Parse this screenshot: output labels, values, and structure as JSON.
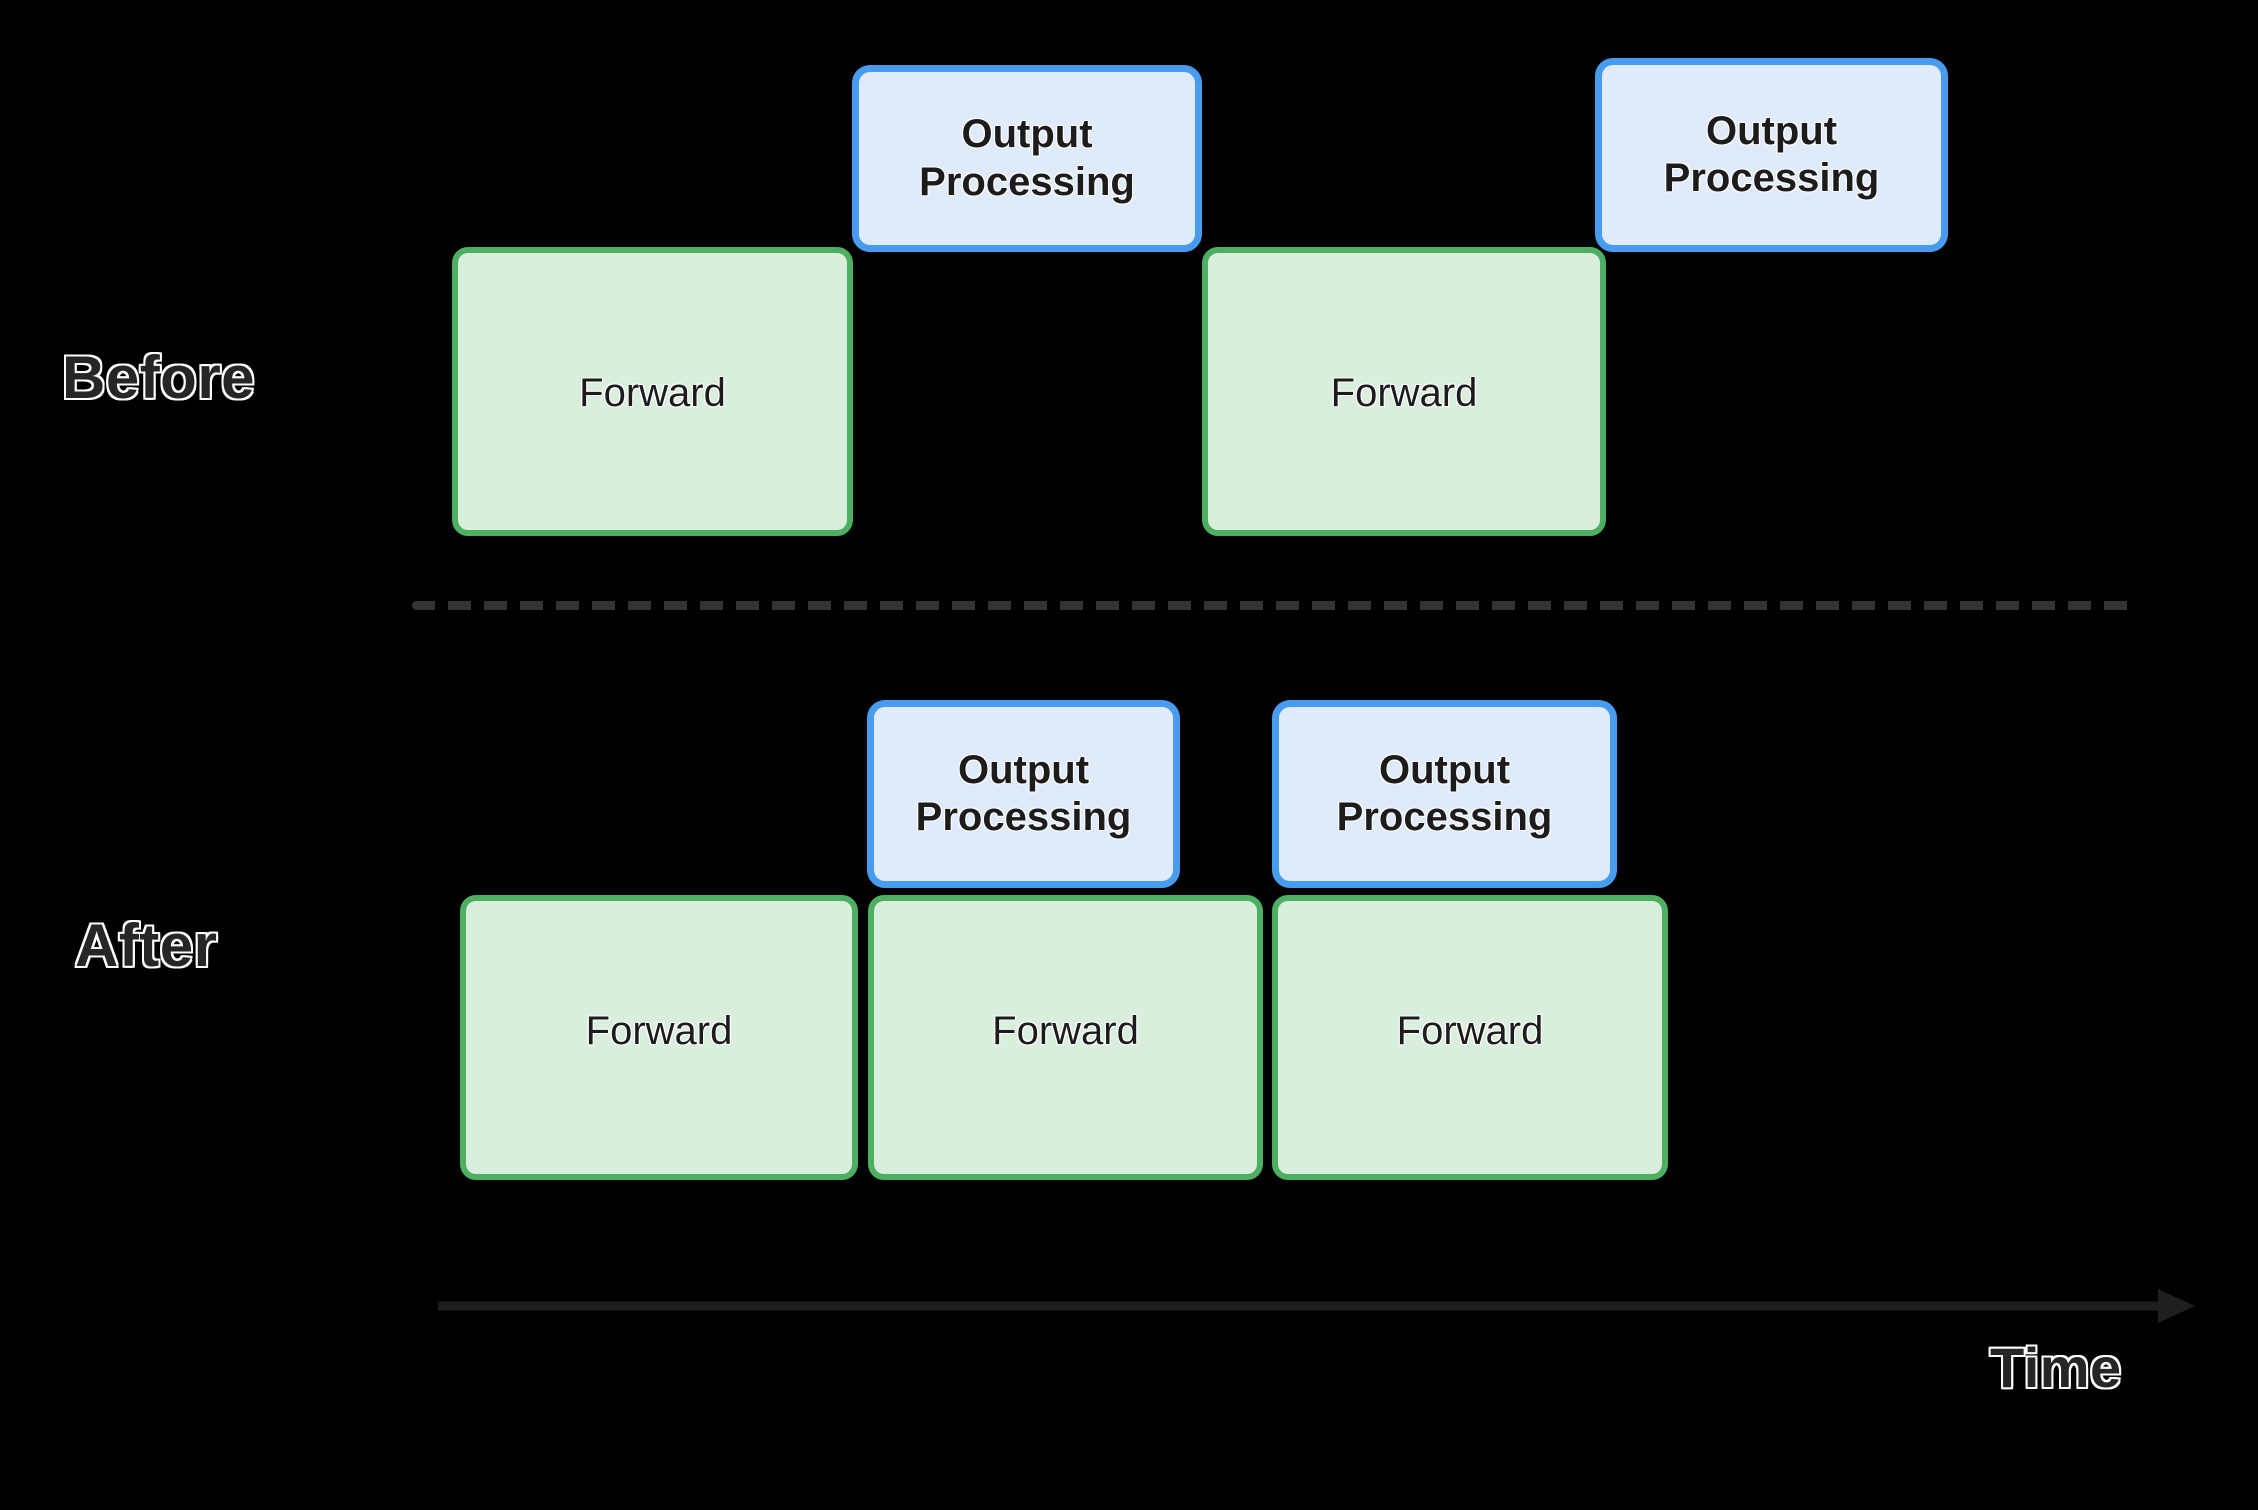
{
  "diagram": {
    "title_hidden": "",
    "background_color": "#000000",
    "row_labels": [
      {
        "id": "before",
        "text": "Before"
      },
      {
        "id": "after",
        "text": "After"
      }
    ],
    "axis": {
      "label": "Time",
      "direction": "left-to-right",
      "arrow_color": "#1f1f1f"
    },
    "divider": {
      "style": "dashed",
      "color": "#333333"
    },
    "colors": {
      "forward_fill": "#daeede",
      "forward_border": "#4caf62",
      "output_fill": "#dfeafb",
      "output_border": "#479cf0",
      "text": "#1c1c1c",
      "label_outline": "#ffffff"
    },
    "rows": {
      "before": {
        "label": "Before",
        "forward_blocks": [
          {
            "label": "Forward"
          },
          {
            "label": "Forward"
          }
        ],
        "output_blocks": [
          {
            "line1": "Output",
            "line2": "Processing"
          },
          {
            "line1": "Output",
            "line2": "Processing"
          }
        ]
      },
      "after": {
        "label": "After",
        "forward_blocks": [
          {
            "label": "Forward"
          },
          {
            "label": "Forward"
          },
          {
            "label": "Forward"
          }
        ],
        "output_blocks": [
          {
            "line1": "Output",
            "line2": "Processing"
          },
          {
            "line1": "Output",
            "line2": "Processing"
          }
        ]
      }
    }
  }
}
